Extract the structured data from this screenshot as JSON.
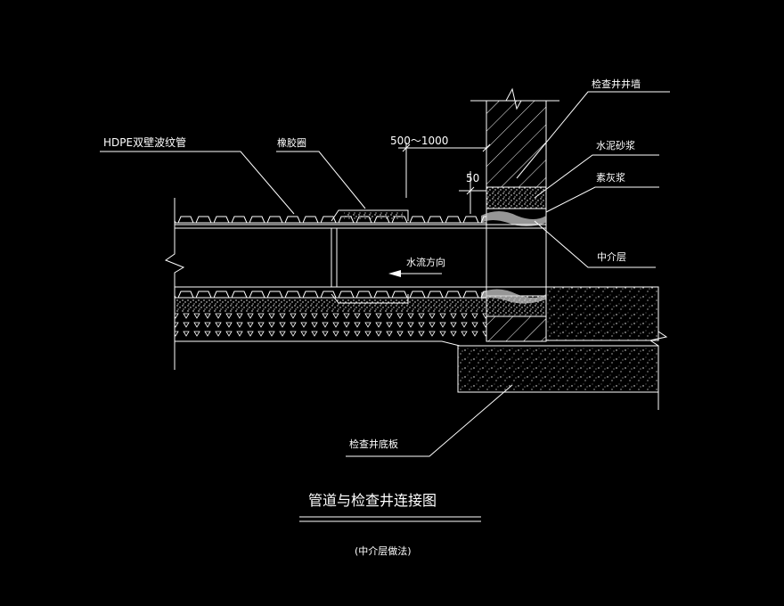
{
  "labels": {
    "pipe": "HDPE双壁波纹管",
    "rubber_ring": "橡胶圈",
    "distance": "500～1000",
    "dim_50": "50",
    "well_wall": "检查井井墙",
    "cement_mortar": "水泥砂浆",
    "plain_mortar": "素灰浆",
    "intermediate_layer": "中介层",
    "flow_direction": "水流方向",
    "well_bottom": "检查井底板"
  },
  "title": "管道与检查井连接图",
  "subtitle": "(中介层做法)",
  "colors": {
    "background": "#000000",
    "lines": "#ffffff"
  }
}
